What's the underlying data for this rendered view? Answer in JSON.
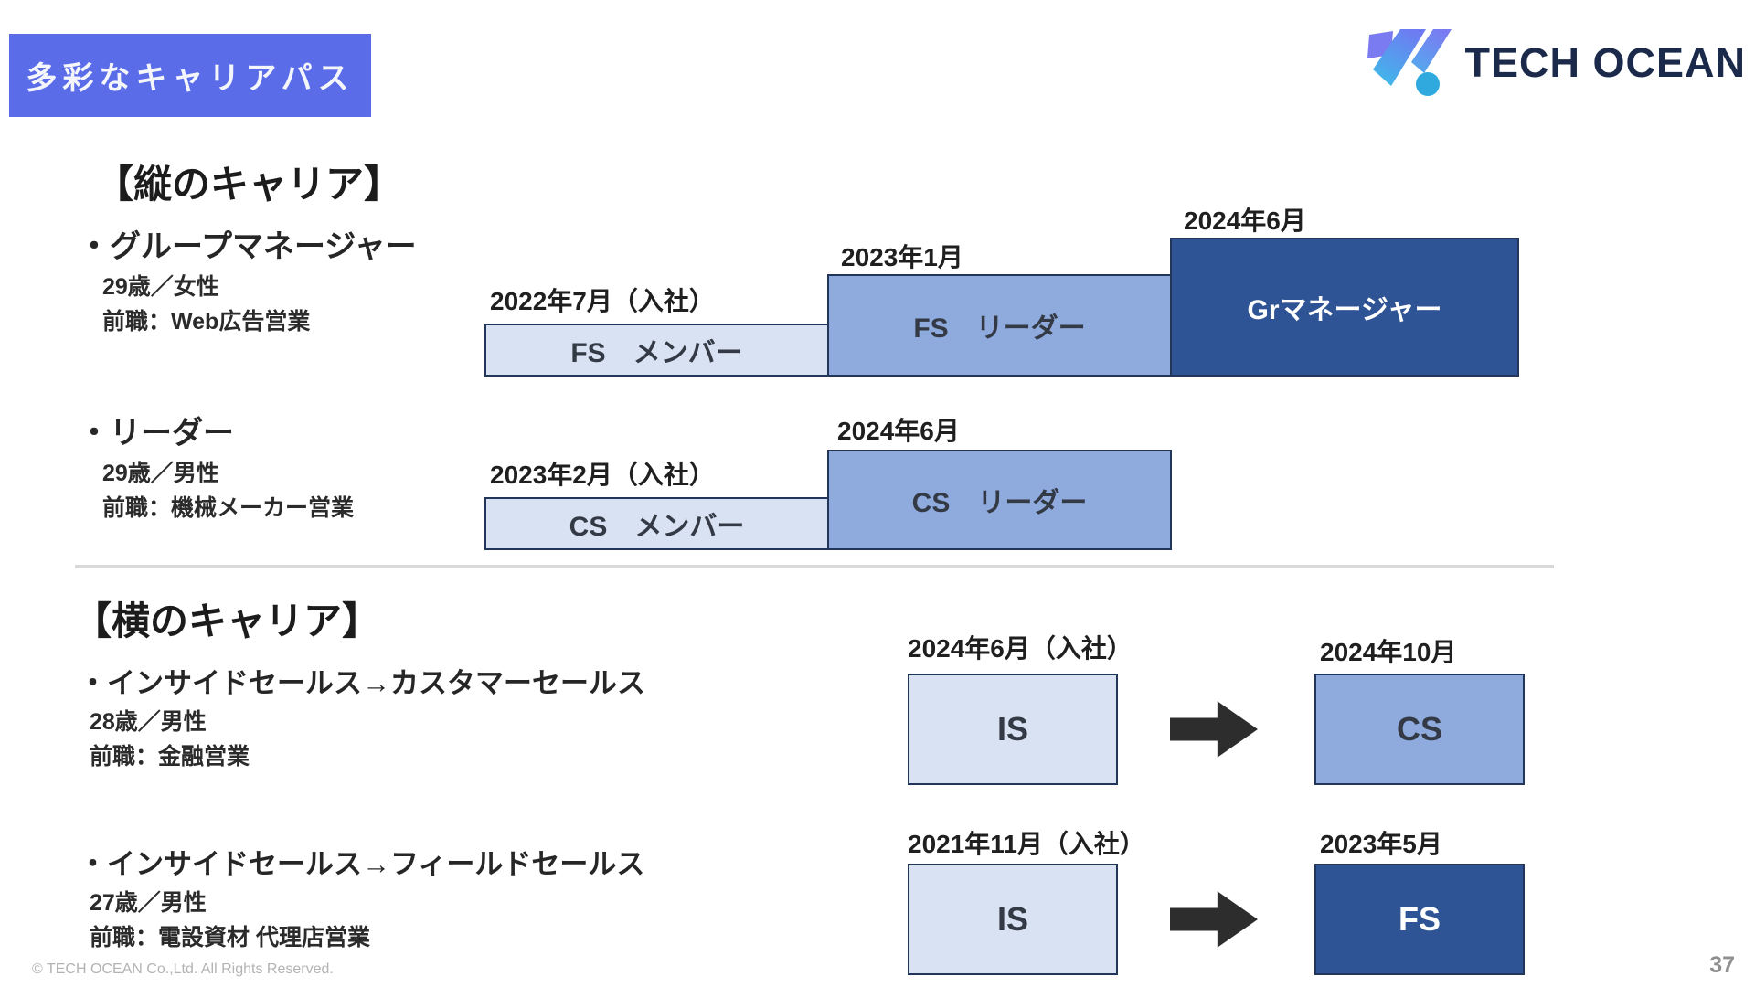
{
  "header": {
    "badge_label": "多彩なキャリアパス",
    "logo_text": "TECH OCEAN"
  },
  "icons": {
    "logo_mark": "tech-ocean-slashes-and-dot",
    "flow_arrow": "right-arrow ➡"
  },
  "colors": {
    "badge_bg": "#5a6ce8",
    "bar_light": "#d9e2f3",
    "bar_medium": "#8faadc",
    "bar_dark": "#2f5496",
    "bar_border": "#22365a",
    "logo_navy": "#1b2a4a",
    "arrow_black": "#2d2d2d",
    "divider_gray": "#d9d9d9"
  },
  "vertical_section": {
    "heading": "【縦のキャリア】",
    "cases": [
      {
        "title": "・グループマネージャー",
        "profile_line1": "29歳／女性",
        "profile_line2": "前職：Web広告営業",
        "steps": [
          {
            "date": "2022年7月（入社）",
            "label": "FS　メンバー",
            "tone": "light"
          },
          {
            "date": "2023年1月",
            "label": "FS　リーダー",
            "tone": "medium"
          },
          {
            "date": "2024年6月",
            "label": "Grマネージャー",
            "tone": "dark"
          }
        ]
      },
      {
        "title": "・リーダー",
        "profile_line1": "29歳／男性",
        "profile_line2": "前職：機械メーカー営業",
        "steps": [
          {
            "date": "2023年2月（入社）",
            "label": "CS　メンバー",
            "tone": "light"
          },
          {
            "date": "2024年6月",
            "label": "CS　リーダー",
            "tone": "medium"
          }
        ]
      }
    ]
  },
  "horizontal_section": {
    "heading": "【横のキャリア】",
    "cases": [
      {
        "title": "・インサイドセールス→カスタマーセールス",
        "profile_line1": "28歳／男性",
        "profile_line2": "前職：金融営業",
        "from": {
          "date": "2024年6月（入社）",
          "label": "IS",
          "tone": "light"
        },
        "to": {
          "date": "2024年10月",
          "label": "CS",
          "tone": "medium"
        }
      },
      {
        "title": "・インサイドセールス→フィールドセールス",
        "profile_line1": "27歳／男性",
        "profile_line2": "前職：電設資材 代理店営業",
        "from": {
          "date": "2021年11月（入社）",
          "label": "IS",
          "tone": "light"
        },
        "to": {
          "date": "2023年5月",
          "label": "FS",
          "tone": "dark"
        }
      }
    ]
  },
  "footer": {
    "copyright": "© TECH OCEAN Co.,Ltd. All Rights Reserved.",
    "page_number": "37"
  }
}
